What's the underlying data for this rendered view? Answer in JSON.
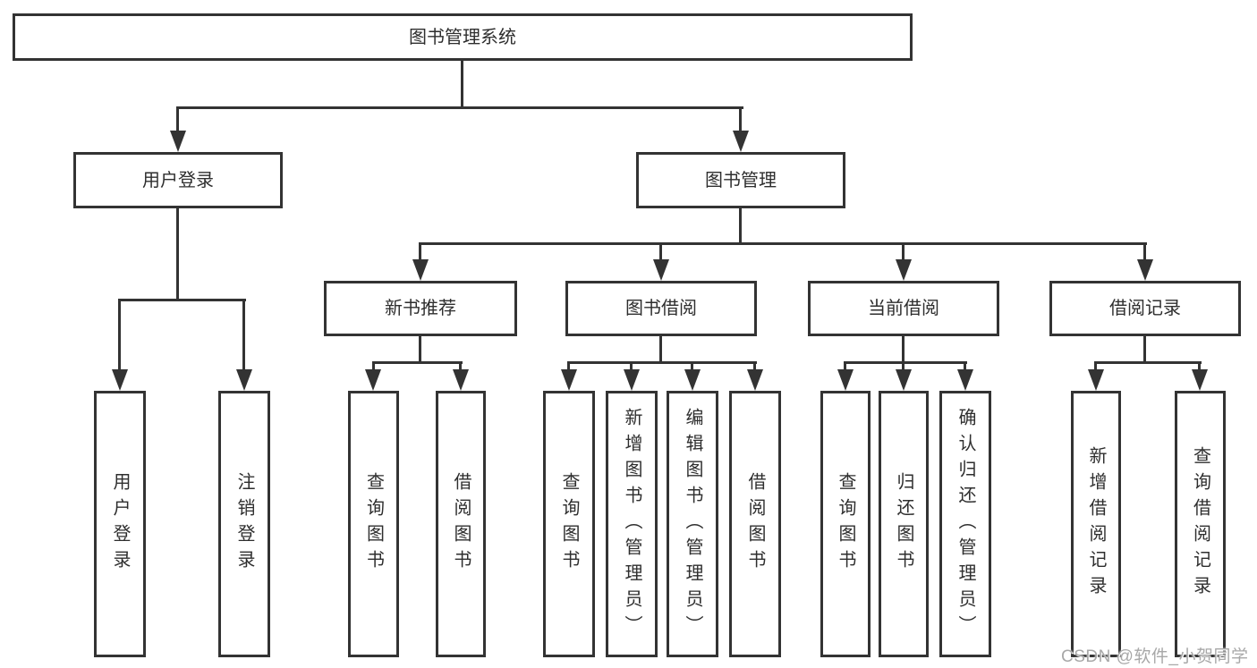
{
  "diagram": {
    "title": "图书管理系统",
    "children": [
      {
        "label": "用户登录",
        "children": [
          {
            "label": "用户登录"
          },
          {
            "label": "注销登录"
          }
        ]
      },
      {
        "label": "图书管理",
        "children": [
          {
            "label": "新书推荐",
            "children": [
              {
                "label": "查询图书"
              },
              {
                "label": "借阅图书"
              }
            ]
          },
          {
            "label": "图书借阅",
            "children": [
              {
                "label": "查询图书"
              },
              {
                "label": "新增图书（管理员）"
              },
              {
                "label": "编辑图书（管理员）"
              },
              {
                "label": "借阅图书"
              }
            ]
          },
          {
            "label": "当前借阅",
            "children": [
              {
                "label": "查询图书"
              },
              {
                "label": "归还图书"
              },
              {
                "label": "确认归还（管理员）"
              }
            ]
          },
          {
            "label": "借阅记录",
            "children": [
              {
                "label": "新增借阅记录"
              },
              {
                "label": "查询借阅记录"
              }
            ]
          }
        ]
      }
    ]
  },
  "watermark": {
    "text": "CSDN @软件_小贺同学",
    "color": "#a8a8a8"
  },
  "colors": {
    "line": "#333333",
    "text": "#2e2e2e",
    "background": "#ffffff"
  }
}
